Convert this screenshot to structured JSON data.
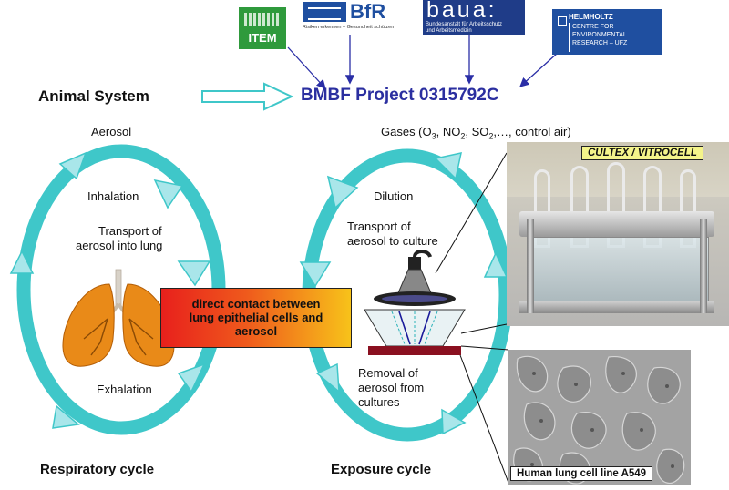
{
  "logos": {
    "item": "ITEM",
    "bfr_name": "BfR",
    "bfr_slogan": "Risiken erkennen – Gesundheit schützen",
    "baua_name": "baua:",
    "baua_line1": "Bundesanstalt für Arbeitsschutz",
    "baua_line2": "und Arbeitsmedizin",
    "ufz_line1": "HELMHOLTZ",
    "ufz_line2": "CENTRE FOR",
    "ufz_line3": "ENVIRONMENTAL",
    "ufz_line4": "RESEARCH – UFZ"
  },
  "header": {
    "animal_system": "Animal System",
    "project": "BMBF Project 0315792C"
  },
  "left_cycle": {
    "top_label": "Aerosol",
    "inhalation": "Inhalation",
    "transport_line1": "Transport of",
    "transport_line2": "aerosol into lung",
    "exhalation": "Exhalation",
    "title": "Respiratory cycle"
  },
  "right_cycle": {
    "top_label_prefix": "Gases (O",
    "sub3": "3",
    "no": ", NO",
    "sub2a": "2",
    "so": ", SO",
    "sub2b": "2",
    "rest": ",…, control air)",
    "dilution": "Dilution",
    "transport_line1": "Transport of",
    "transport_line2": "aerosol to culture",
    "removal_line1": "Removal of",
    "removal_line2": "aerosol from",
    "removal_line3": "cultures",
    "title": "Exposure cycle"
  },
  "center_box": {
    "line1": "direct contact between",
    "line2": "lung epithelial cells and",
    "line3": "aerosol"
  },
  "photos": {
    "device_caption": "CULTEX / VITROCELL",
    "cells_caption": "Human lung cell line A549"
  },
  "colors": {
    "cycle_ring": "#3fc7c9",
    "arrow_fill": "#a9e6ea",
    "project_text": "#2b2fa0",
    "caption_yellow": "#f4f48a",
    "box_gradient_start": "#e8201c",
    "box_gradient_end": "#f7c21a",
    "lung": "#e98a18",
    "connector": "#2a2ea6"
  }
}
